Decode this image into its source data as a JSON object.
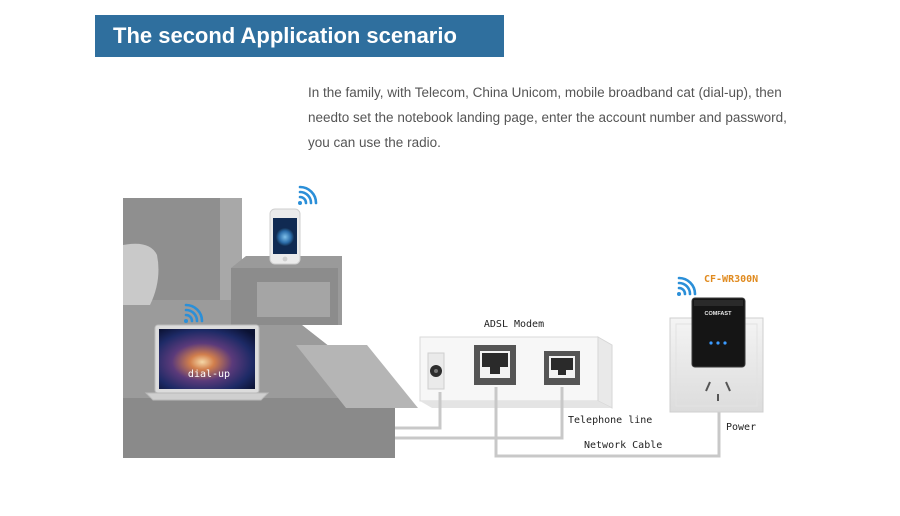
{
  "header": {
    "title": "The second Application scenario"
  },
  "description": {
    "lines": [
      "In the family, with Telecom, China Unicom, mobile broadband cat (dial-up), then",
      "needto set the notebook landing page, enter the account number and password,",
      "you can use the radio."
    ]
  },
  "diagram": {
    "laptop_label": "dial-up",
    "modem_label": "ADSL Modem",
    "device_name": "CF-WR300N",
    "device_brand": "COMFAST",
    "telephone_line_label": "Telephone line",
    "network_cable_label": "Network Cable",
    "power_label": "Power"
  },
  "colors": {
    "banner": "#2f6f9e",
    "device_name": "#e08a1e",
    "wifi": "#2b8fd8",
    "cable": "#c8c8c8"
  },
  "icons": [
    "wifi-icon",
    "phone-icon",
    "laptop-icon",
    "modem-icon",
    "router-icon",
    "power-socket-icon"
  ]
}
